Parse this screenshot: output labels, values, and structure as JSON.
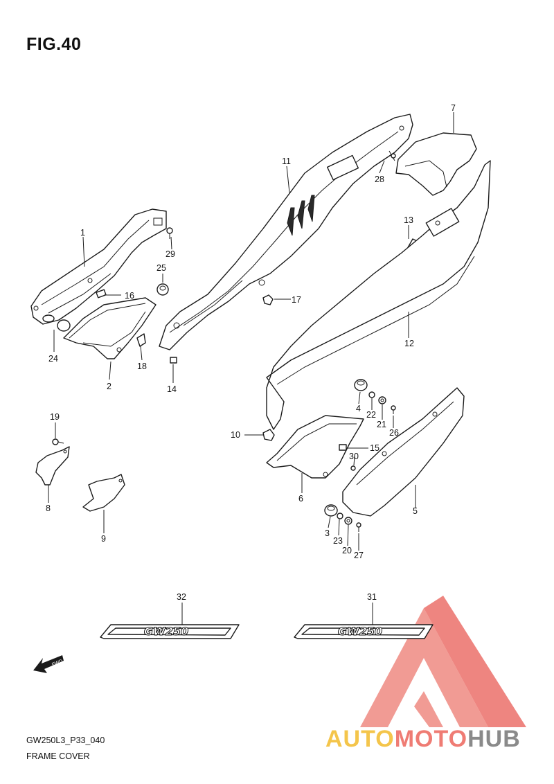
{
  "figure": {
    "title": "FIG.40"
  },
  "footer": {
    "code": "GW250L3_P33_040",
    "name": "FRAME COVER"
  },
  "fwd_label": "FWD",
  "decal_text": "GW250",
  "watermark": {
    "part1": "AUTO",
    "part2": "MOTO",
    "part3": "HUB",
    "colors": {
      "yellow": "#f4c54b",
      "red": "#ef7c74",
      "gray": "#8a8a8a"
    }
  },
  "callouts": {
    "c1": "1",
    "c2": "2",
    "c3": "3",
    "c4": "4",
    "c5": "5",
    "c6": "6",
    "c7": "7",
    "c8": "8",
    "c9": "9",
    "c10": "10",
    "c11": "11",
    "c12": "12",
    "c13": "13",
    "c14": "14",
    "c15": "15",
    "c16": "16",
    "c17": "17",
    "c18": "18",
    "c19": "19",
    "c20": "20",
    "c21": "21",
    "c22": "22",
    "c23": "23",
    "c24": "24",
    "c25": "25",
    "c26": "26",
    "c27": "27",
    "c28": "28",
    "c29": "29",
    "c30": "30",
    "c31": "31",
    "c32": "32"
  }
}
